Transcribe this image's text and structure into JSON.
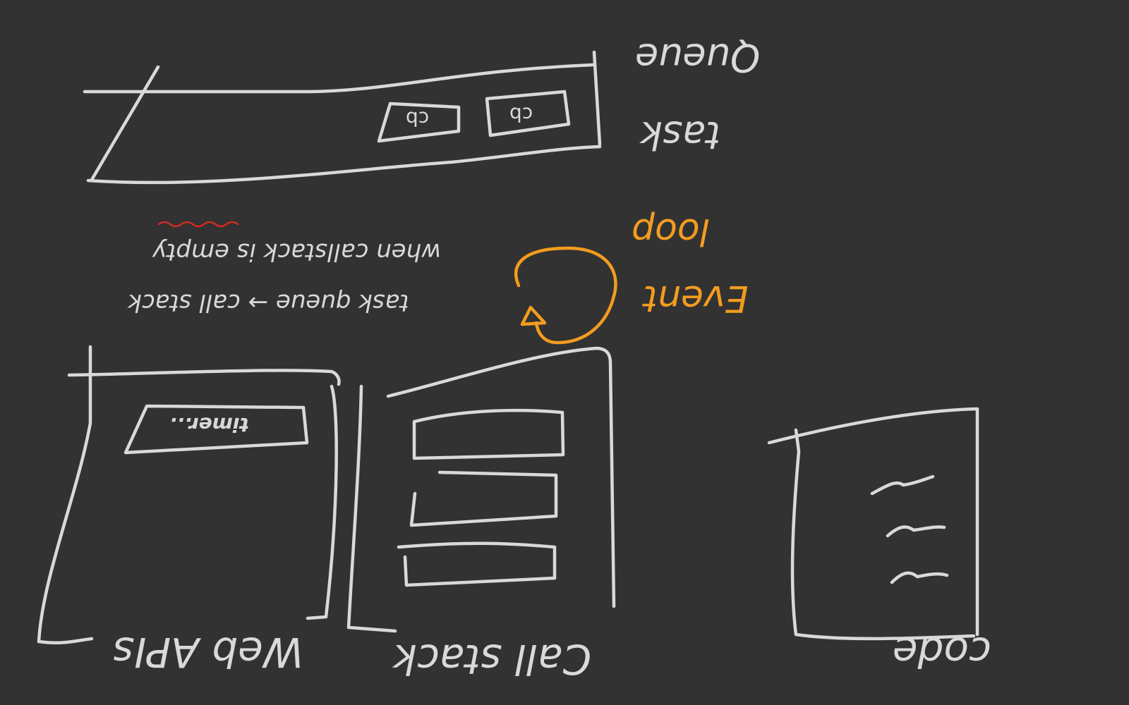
{
  "labels": {
    "task_queue_line1": "Queue",
    "task_queue_line2": "task",
    "event_loop_line1": "loop",
    "event_loop_line2": "Event",
    "note_line1": "when callstack is empty",
    "note_line2": "task queue → call stack",
    "web_apis": "Web APIs",
    "call_stack": "Call stack",
    "code": "code",
    "timer_box": "timer...",
    "cb_1": "cb",
    "cb_2": "cb"
  },
  "colors": {
    "background": "#323232",
    "ink": "#d9d9d9",
    "event_loop": "#f39c1f",
    "underline": "#d32a22"
  }
}
